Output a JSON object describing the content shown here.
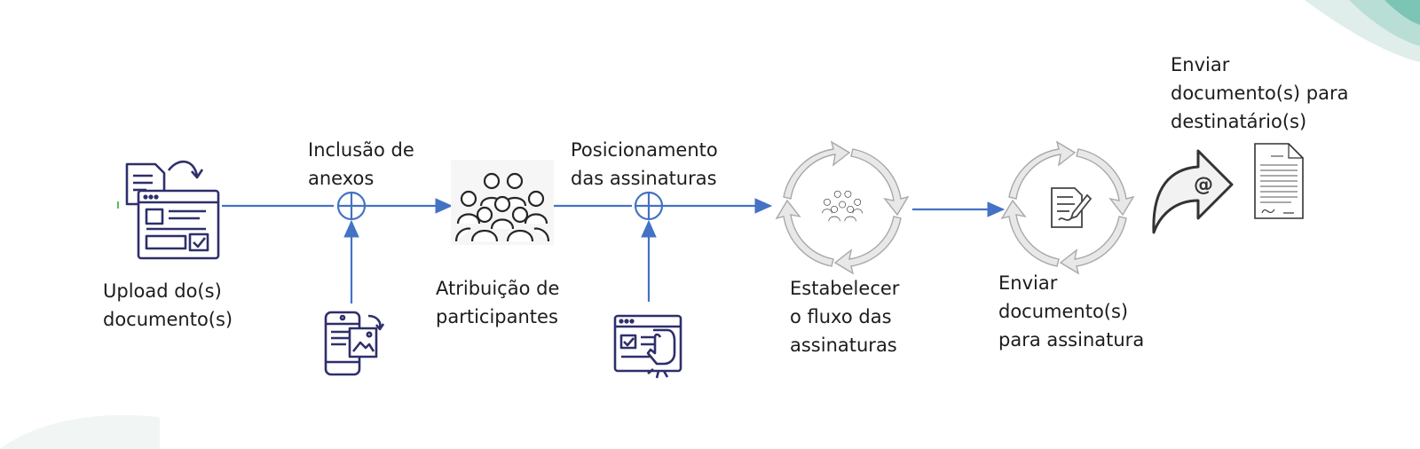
{
  "steps": {
    "upload": "Upload do(s)\ndocumento(s)",
    "inclusao": "Inclusão de\nanexos",
    "atribuicao": "Atribuição de\nparticipantes",
    "posicionamento": "Posicionamento\ndas assinaturas",
    "fluxo": "Estabelecer\no fluxo das\nassinaturas",
    "enviar_assinatura": "Enviar\ndocumento(s)\npara assinatura",
    "enviar_destinatarios": "Enviar\ndocumento(s) para\ndestinatário(s)"
  },
  "icons": [
    "document-upload-icon",
    "mobile-attachment-icon",
    "participants-group-icon",
    "signature-placement-icon",
    "workflow-cycle-icon",
    "send-signature-cycle-icon",
    "email-send-arrow-icon",
    "signed-document-icon"
  ],
  "colors": {
    "connector": "#4472c4",
    "text": "#1c1c1c",
    "icon": "#2e2f6b",
    "deco": "#2f9b8c"
  }
}
